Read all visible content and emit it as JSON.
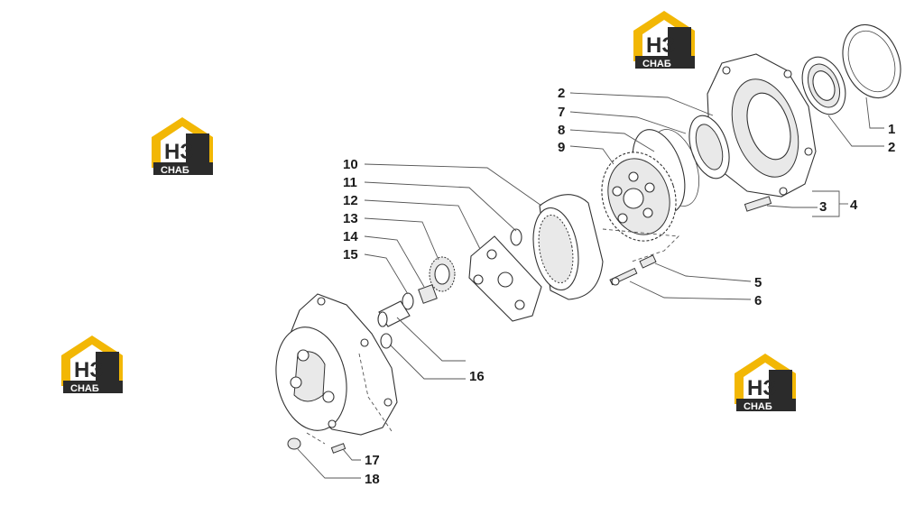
{
  "watermark": {
    "brand_letters": "НЗ",
    "brand_word": "СНАБ",
    "colors": {
      "roof": "#f2b705",
      "dark": "#2b2b2b",
      "text_light": "#ffffff"
    }
  },
  "callouts": [
    {
      "id": "1",
      "text": "1"
    },
    {
      "id": "2a",
      "text": "2"
    },
    {
      "id": "2b",
      "text": "2"
    },
    {
      "id": "3",
      "text": "3"
    },
    {
      "id": "4",
      "text": "4"
    },
    {
      "id": "5",
      "text": "5"
    },
    {
      "id": "6",
      "text": "6"
    },
    {
      "id": "7",
      "text": "7"
    },
    {
      "id": "8",
      "text": "8"
    },
    {
      "id": "9",
      "text": "9"
    },
    {
      "id": "10",
      "text": "10"
    },
    {
      "id": "11",
      "text": "11"
    },
    {
      "id": "12",
      "text": "12"
    },
    {
      "id": "13",
      "text": "13"
    },
    {
      "id": "14",
      "text": "14"
    },
    {
      "id": "15",
      "text": "15"
    },
    {
      "id": "16",
      "text": "16"
    },
    {
      "id": "17",
      "text": "17"
    },
    {
      "id": "18",
      "text": "18"
    }
  ]
}
